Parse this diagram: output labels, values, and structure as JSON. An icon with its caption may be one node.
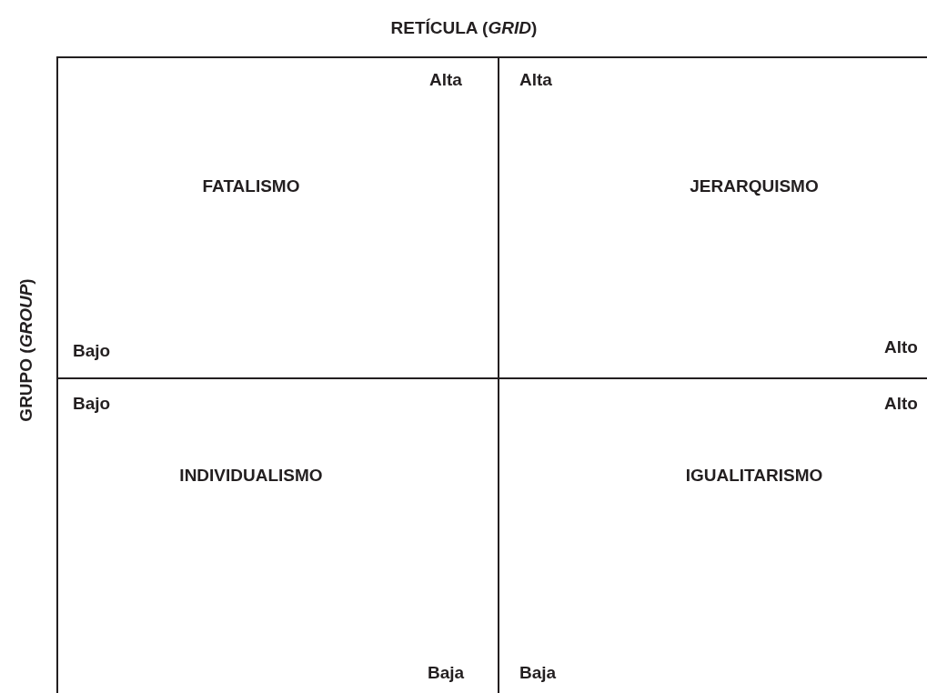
{
  "diagram": {
    "nodes": [
      {
        "text": [
          "FATALISMO"
        ]
      },
      {
        "text": [
          "JERARQUISMO"
        ]
      },
      {
        "text": [
          "INDIVIDUALISMO"
        ]
      },
      {
        "text": [
          "IGUALITARISMO"
        ]
      }
    ],
    "labels": [
      "RETÍCULA (*GRID*)",
      "GRUPO (*GROUP*)",
      "Alta",
      "Alta",
      "Bajo",
      "Alto",
      "Bajo",
      "Alto",
      "Baja",
      "Baja"
    ]
  }
}
